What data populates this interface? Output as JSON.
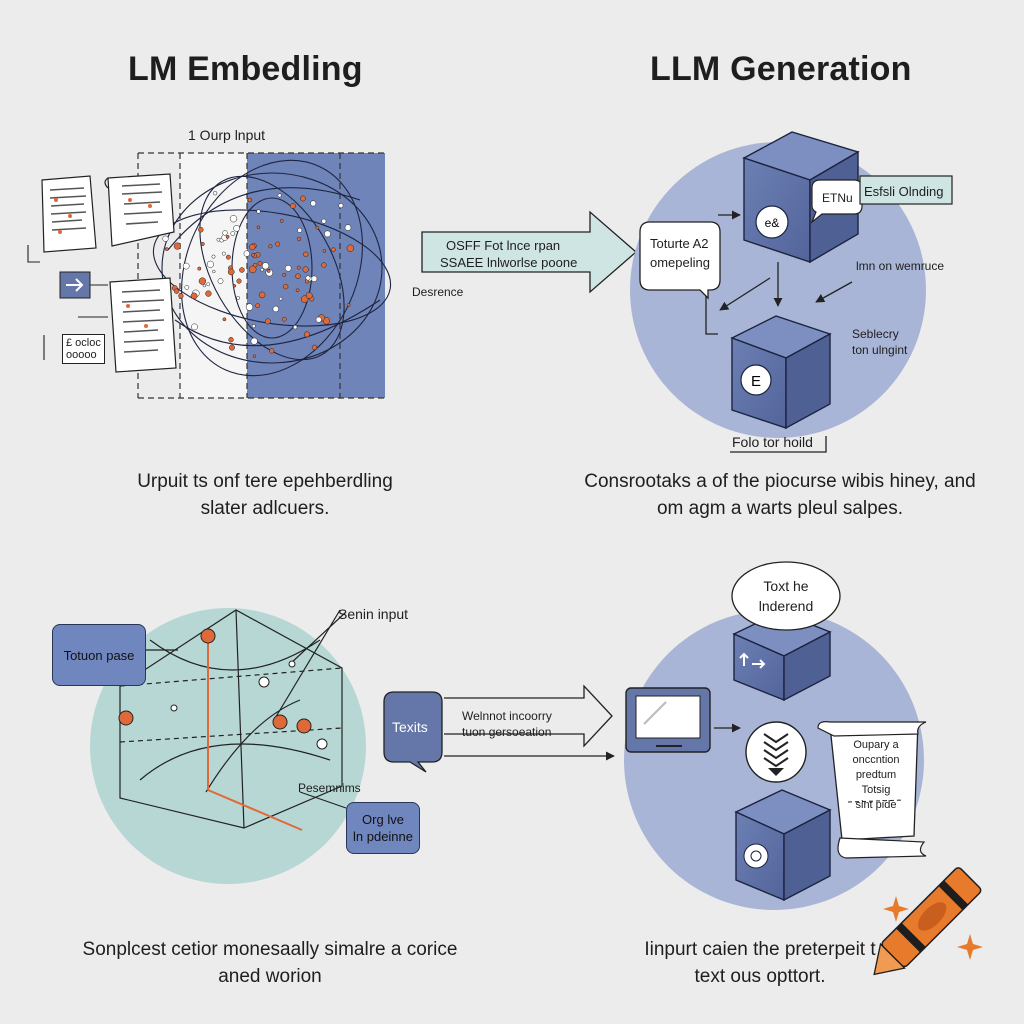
{
  "panels": {
    "embedding": {
      "title": "LM Embedling",
      "top_label": "1 Ourp lnput",
      "doc_tag": "£ ocloc\nooooo",
      "caption_line1": "Urpuit ts onf tere epehberdling",
      "caption_line2": "slater adlcuers."
    },
    "arrow1": {
      "line1": "OSFF  Fot lnce rpan",
      "line2": "SSAEE  lnlworlse poone",
      "below": "Desrence"
    },
    "generation": {
      "title": "LLM Generation",
      "bubble": "Toturte A2\nomepeling",
      "cube_tag": "ETNu",
      "side_box": "Esfsli Olnding",
      "side_label1": "lmn on wemruce",
      "side_label2": "Seblecry\nton ulngint",
      "bottom_label": "Folo tor hoild",
      "caption_line1": "Consrootaks a of the piocurse wibis hiney, and",
      "caption_line2": "om agm a warts pleul salpes."
    },
    "space": {
      "left_box": "Totuon pase",
      "top_label": "Senin input",
      "right_label": "Pesemnims",
      "bottom_box": "Org lve\nln pdeinne",
      "bubble": "Texits",
      "arrow_line1": "Welnnot incoorry",
      "arrow_line2": "tuon gersoeation",
      "caption_line1": "Sonplcest cetior monesaally simalre a corice",
      "caption_line2": "aned worion"
    },
    "output": {
      "bubble": "Toxt he\nlnderend",
      "scroll": "Oupary a\nonccntion\npredtum\nTotsig\nsint pide",
      "caption_line1": "Iinpurt caien the preterpeit t",
      "caption_line2": "text ous opttort."
    }
  },
  "colors": {
    "blue_block": "#6577a8",
    "circle_blue": "#a9b5d6",
    "circle_teal": "#b7d7d4",
    "orange": "#e0693a",
    "arrow_fill": "#cfe5e3",
    "crayon": "#e87a2c"
  },
  "icons": [
    "document-icon",
    "server-cube-icon",
    "monitor-icon",
    "chevron-stack-icon",
    "crayon-icon",
    "sparkle-icon"
  ]
}
